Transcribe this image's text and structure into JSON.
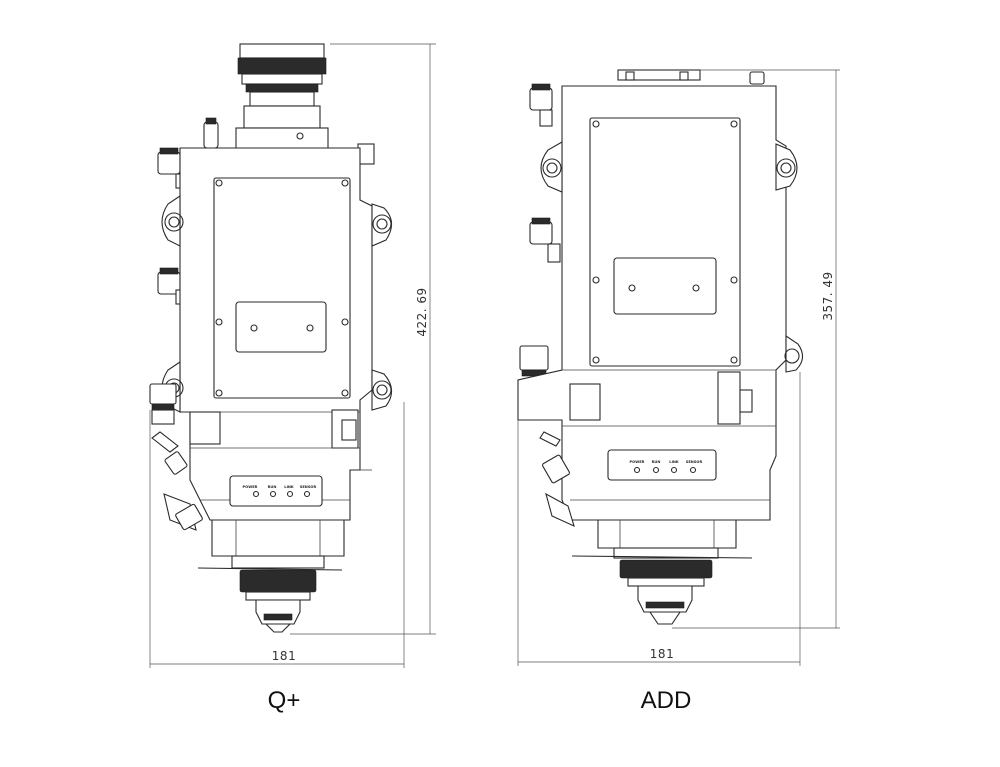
{
  "diagrams": [
    {
      "label": "Q+",
      "width_dim": "181",
      "height_dim": "422. 69",
      "panel_leds": [
        "POWER",
        "RUN",
        "LINK",
        "SENSOR"
      ]
    },
    {
      "label": "ADD",
      "width_dim": "181",
      "height_dim": "357. 49",
      "panel_leds": [
        "POWER",
        "RUN",
        "LINK",
        "SENSOR"
      ]
    }
  ]
}
